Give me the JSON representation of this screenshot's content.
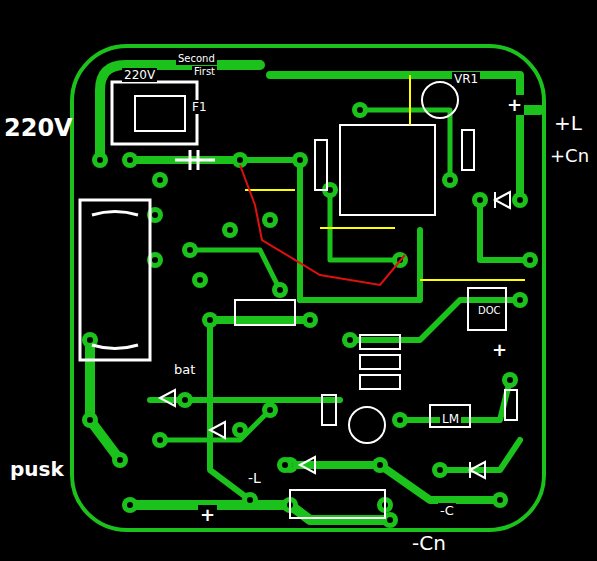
{
  "diagram": {
    "labels": [
      "220V",
      "+L",
      "+Cn",
      "pusk",
      "-Cn",
      "-C",
      "VR1",
      "Second",
      "First",
      "220V",
      "F1",
      "bat",
      "LM",
      "DOC",
      "-L",
      "+",
      "+",
      "+"
    ]
  }
}
